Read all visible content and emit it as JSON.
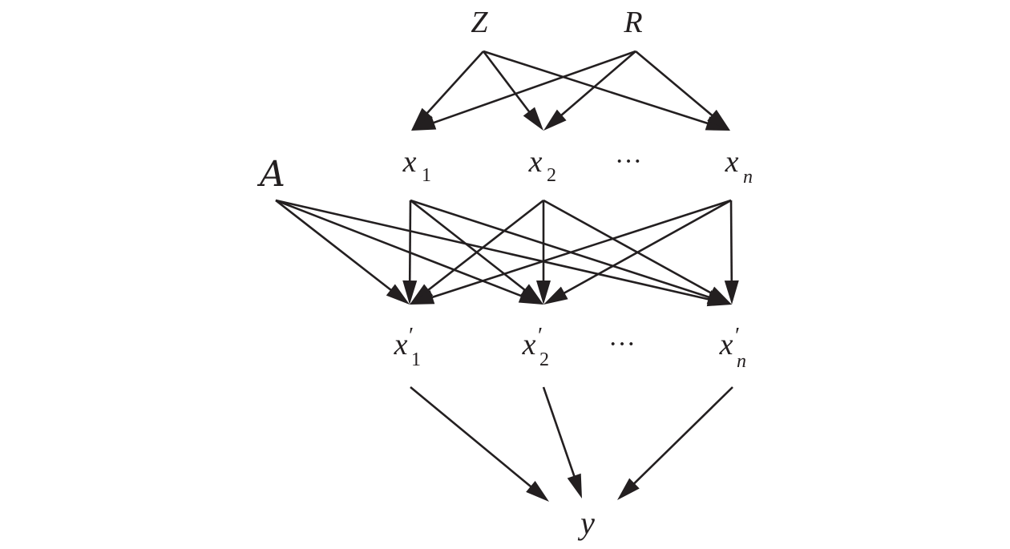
{
  "nodes": {
    "Z": {
      "base": "Z",
      "sub": ""
    },
    "R": {
      "base": "R",
      "sub": ""
    },
    "A": {
      "base": "A",
      "sub": ""
    },
    "x1": {
      "base": "x",
      "sub": "1"
    },
    "x2": {
      "base": "x",
      "sub": "2"
    },
    "xdots": {
      "base": "···",
      "sub": ""
    },
    "xn": {
      "base": "x",
      "sub": "n"
    },
    "xp1": {
      "base": "x",
      "prime": "′",
      "sub": "1"
    },
    "xp2": {
      "base": "x",
      "prime": "′",
      "sub": "2"
    },
    "xpdots": {
      "base": "···",
      "sub": ""
    },
    "xpn": {
      "base": "x",
      "prime": "′",
      "sub": "n"
    },
    "y": {
      "base": "y",
      "sub": ""
    }
  },
  "edges": [
    {
      "from": "Z",
      "to": "x1"
    },
    {
      "from": "Z",
      "to": "x2"
    },
    {
      "from": "Z",
      "to": "xn"
    },
    {
      "from": "R",
      "to": "x1"
    },
    {
      "from": "R",
      "to": "x2"
    },
    {
      "from": "R",
      "to": "xn"
    },
    {
      "from": "A",
      "to": "xp1"
    },
    {
      "from": "A",
      "to": "xp2"
    },
    {
      "from": "A",
      "to": "xpn"
    },
    {
      "from": "x1",
      "to": "xp1"
    },
    {
      "from": "x1",
      "to": "xp2"
    },
    {
      "from": "x1",
      "to": "xpn"
    },
    {
      "from": "x2",
      "to": "xp1"
    },
    {
      "from": "x2",
      "to": "xp2"
    },
    {
      "from": "x2",
      "to": "xpn"
    },
    {
      "from": "xn",
      "to": "xp1"
    },
    {
      "from": "xn",
      "to": "xp2"
    },
    {
      "from": "xn",
      "to": "xpn"
    },
    {
      "from": "xp1",
      "to": "y"
    },
    {
      "from": "xp2",
      "to": "y"
    },
    {
      "from": "xpn",
      "to": "y"
    }
  ],
  "colors": {
    "ink": "#231f20"
  }
}
